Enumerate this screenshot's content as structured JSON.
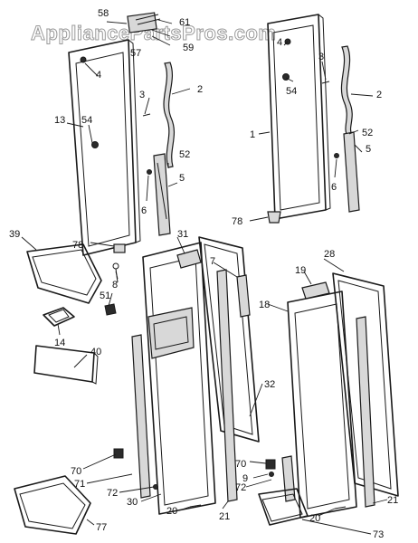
{
  "watermark": "AppliancePartsPros.com",
  "callouts": {
    "c58": "58",
    "c61": "61",
    "c57": "57",
    "c59": "59",
    "c4a": "4",
    "c4b": "4",
    "c3a": "3",
    "c3b": "3",
    "c2a": "2",
    "c2b": "2",
    "c13": "13",
    "c54a": "54",
    "c54b": "54",
    "c1": "1",
    "c52a": "52",
    "c52b": "52",
    "c5a": "5",
    "c5b": "5",
    "c6a": "6",
    "c6b": "6",
    "c78a": "78",
    "c78b": "78",
    "c39": "39",
    "c31": "31",
    "c7": "7",
    "c28": "28",
    "c19": "19",
    "c8": "8",
    "c51": "51",
    "c18": "18",
    "c14": "14",
    "c40": "40",
    "c32": "32",
    "c70a": "70",
    "c70b": "70",
    "c71": "71",
    "c72a": "72",
    "c72b": "72",
    "c9": "9",
    "c30": "30",
    "c20a": "20",
    "c20b": "20",
    "c21a": "21",
    "c21b": "21",
    "c77": "77",
    "c73": "73"
  }
}
